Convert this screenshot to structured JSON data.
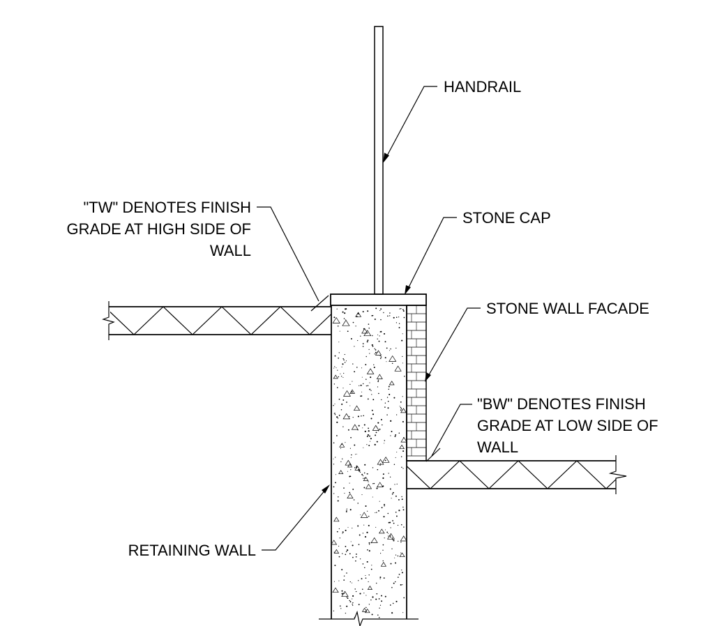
{
  "labels": {
    "handrail": "HANDRAIL",
    "stone_cap": "STONE CAP",
    "stone_wall_facade": "STONE WALL FACADE",
    "tw_note": {
      "line1": "\"TW\" DENOTES FINISH",
      "line2": "GRADE AT HIGH SIDE OF",
      "line3": "WALL"
    },
    "bw_note": {
      "line1": "\"BW\" DENOTES FINISH",
      "line2": "GRADE AT LOW SIDE OF",
      "line3": "WALL"
    },
    "retaining_wall": "RETAINING WALL"
  },
  "colors": {
    "line": "#000000",
    "background": "#ffffff"
  }
}
